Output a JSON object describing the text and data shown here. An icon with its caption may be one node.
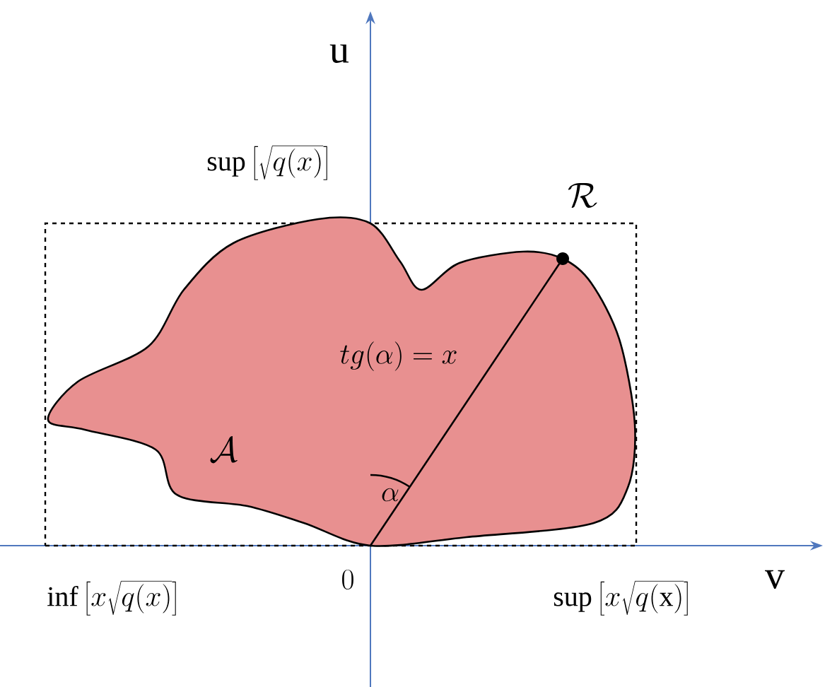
{
  "diagram": {
    "nodes": [
      {
        "text": [
          "\\mathcal{R}"
        ]
      },
      {
        "text": [
          "\\mathcal{A}",
          "tg(\\alpha) = x",
          "\\alpha"
        ],
        "in": 0
      }
    ],
    "labels": [
      "\\mathrm{u}",
      "\\sup\\left[\\sqrt{q(x)}\\right]",
      "\\inf\\left[x\\sqrt{q(x)}\\right]",
      "0",
      "\\sup\\left[x\\sqrt{q(\\mathrm{x})}\\right]",
      "\\mathrm{v}"
    ]
  }
}
